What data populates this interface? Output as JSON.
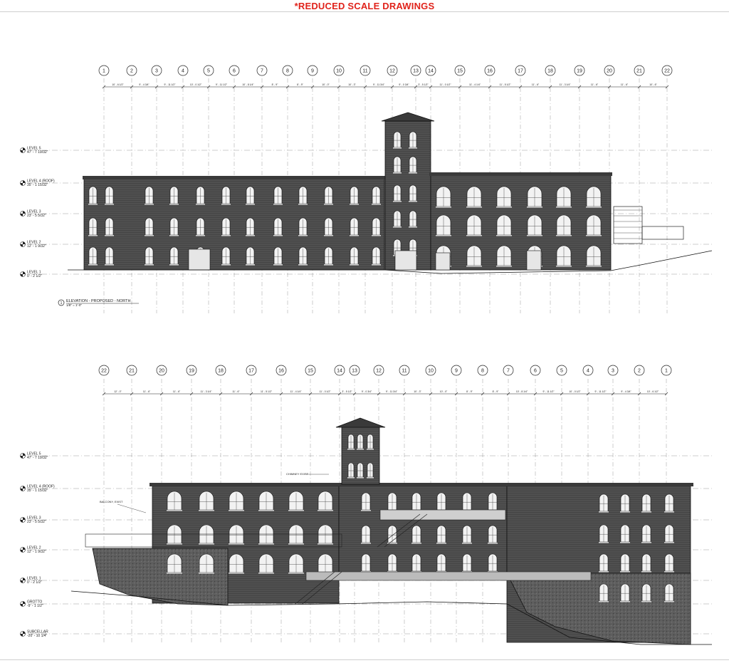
{
  "banner": {
    "text": "*REDUCED SCALE DRAWINGS",
    "color": "#e0231b"
  },
  "colors": {
    "brick": "#4a4a4a",
    "brick_light": "#6e6e6e",
    "window": "#f2f2f2",
    "line": "#222222",
    "grid": "#9a9a9a"
  },
  "north": {
    "grid_labels": [
      "1",
      "2",
      "3",
      "4",
      "5",
      "6",
      "7",
      "8",
      "9",
      "10",
      "11",
      "12",
      "13",
      "14",
      "15",
      "16",
      "17",
      "18",
      "19",
      "20",
      "21",
      "22"
    ],
    "dims": [
      "10' - 6 1/2\"",
      "9' - 4 3/4\"",
      "9' - 11 1/2\"",
      "10' - 0 1/2\"",
      "9' - 11 1/2\"",
      "10' - 8 1/4\"",
      "8' - 9\"",
      "8' - 9\"",
      "10' - 0\"",
      "10' - 3\"",
      "9' - 11 3/4\"",
      "9' - 0 3/4\"",
      "3' - 5 1/2\"",
      "11' - 0 1/2\"",
      "11' - 4 1/4\"",
      "11' - 5 1/2\"",
      "11' - 6\"",
      "11' - 3 1/4\"",
      "11' - 6\"",
      "11' - 6\"",
      "10' - 6\""
    ],
    "levels": [
      {
        "name": "LEVEL 5",
        "elev": "47' - 7 19/32\""
      },
      {
        "name": "LEVEL 4 (ROOF)",
        "elev": "35' - 1 15/32\""
      },
      {
        "name": "LEVEL 3",
        "elev": "23' - 5 5/32\""
      },
      {
        "name": "LEVEL 2",
        "elev": "12' - 1 9/32\""
      },
      {
        "name": "LEVEL 1",
        "elev": "0' - 2 1/2\""
      }
    ],
    "title": {
      "number": "1",
      "name": "ELEVATION - PROPOSED - NORTH",
      "scale": "1/8\" = 1'-0\""
    }
  },
  "south": {
    "grid_labels": [
      "22",
      "21",
      "20",
      "19",
      "18",
      "17",
      "16",
      "15",
      "14",
      "13",
      "12",
      "11",
      "10",
      "9",
      "8",
      "7",
      "6",
      "5",
      "4",
      "3",
      "2",
      "1"
    ],
    "dims": [
      "12' - 0\"",
      "11' - 6\"",
      "11' - 6\"",
      "11' - 3 1/4\"",
      "11' - 6\"",
      "11' - 5 1/2\"",
      "11' - 4 1/4\"",
      "11' - 0 1/2\"",
      "3' - 5 1/2\"",
      "9' - 0 3/4\"",
      "9' - 11 3/4\"",
      "10' - 3\"",
      "10' - 0\"",
      "8' - 9\"",
      "8' - 9\"",
      "10' - 8 1/4\"",
      "9' - 11 1/2\"",
      "10' - 0 1/2\"",
      "9' - 11 1/2\"",
      "9' - 4 3/4\"",
      "10' - 6 1/2\""
    ],
    "levels": [
      {
        "name": "LEVEL 5",
        "elev": "47' - 7 19/32\""
      },
      {
        "name": "LEVEL 4 (ROOF)",
        "elev": "35' - 1 15/32\""
      },
      {
        "name": "LEVEL 3",
        "elev": "23' - 5 5/32\""
      },
      {
        "name": "LEVEL 2",
        "elev": "12' - 1 9/32\""
      },
      {
        "name": "LEVEL 1",
        "elev": "0' - 2 1/2\""
      },
      {
        "name": "GROTTO",
        "elev": "-9' - 1 1/2\""
      },
      {
        "name": "SUBCELLAR",
        "elev": "-20' - 10 1/4\""
      }
    ],
    "annotations": {
      "chimney": "CHIMNEY EXIST",
      "balcony": "BALCONY, EXIST"
    }
  }
}
